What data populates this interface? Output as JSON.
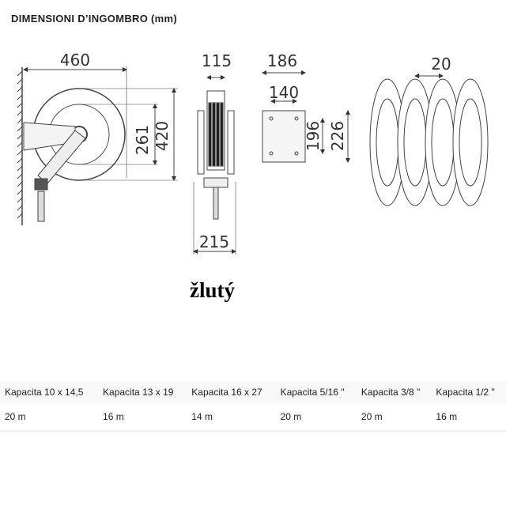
{
  "title": "DIMENSIONI D’INGOMBRO (mm)",
  "dimensions": {
    "front_width": "460",
    "front_inner": "261",
    "front_outer": "420",
    "side_top": "115",
    "side_bottom": "215",
    "plate_width": "186",
    "plate_holes_w": "140",
    "plate_holes_h": "196",
    "plate_height": "226",
    "stack_spacing": "20"
  },
  "color_label": "žlutý",
  "table": {
    "headers": [
      "Kapacita 10 x 14,5",
      "Kapacita 13 x 19",
      "Kapacita 16 x 27",
      "Kapacita 5/16 \"",
      "Kapacita 3/8 \"",
      "Kapacita 1/2 \""
    ],
    "values": [
      "20 m",
      "16 m",
      "14 m",
      "20 m",
      "20 m",
      "16 m"
    ]
  }
}
